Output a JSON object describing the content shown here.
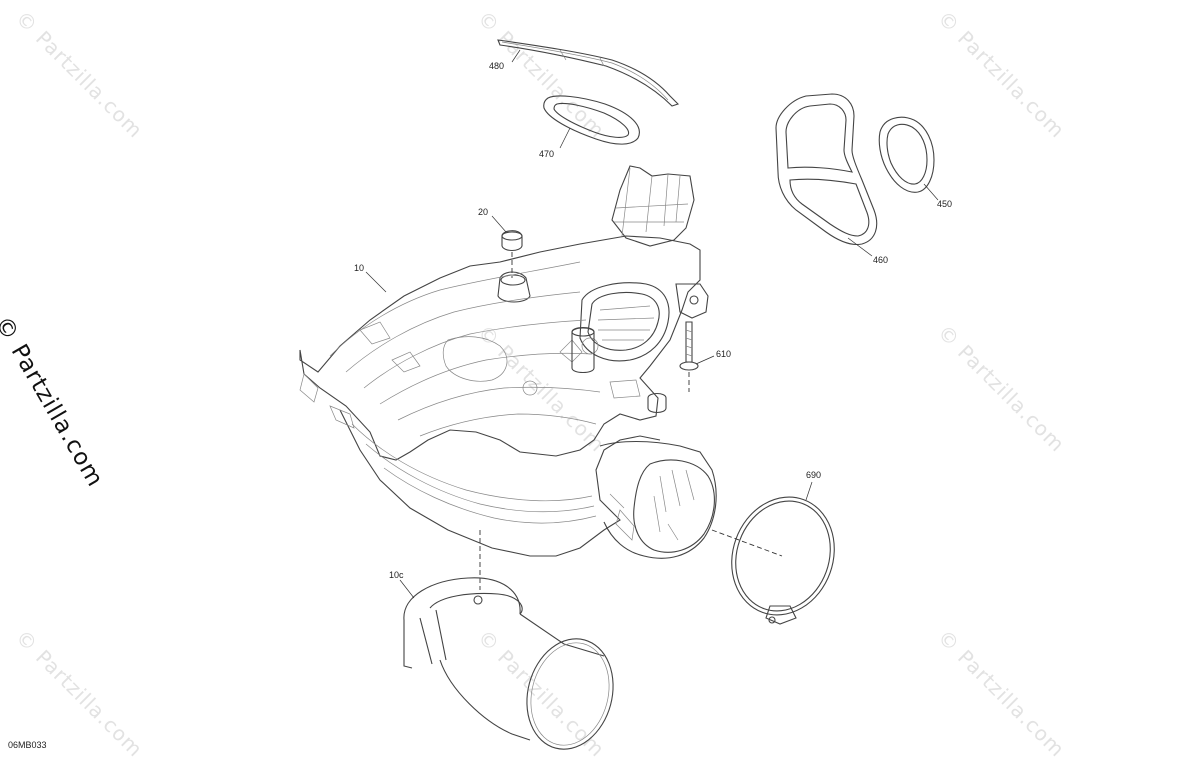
{
  "watermark": {
    "text": "© Partzilla.com",
    "side_text": "© Partzilla.com"
  },
  "diagram_code": "06MB033",
  "callouts": [
    {
      "id": "480",
      "label": "480"
    },
    {
      "id": "470",
      "label": "470"
    },
    {
      "id": "460",
      "label": "460"
    },
    {
      "id": "450",
      "label": "450"
    },
    {
      "id": "20",
      "label": "20"
    },
    {
      "id": "10",
      "label": "10"
    },
    {
      "id": "610",
      "label": "610"
    },
    {
      "id": "690",
      "label": "690"
    },
    {
      "id": "10c",
      "label": "10c"
    }
  ],
  "parts": [
    {
      "name": "strap-480"
    },
    {
      "name": "gasket-470"
    },
    {
      "name": "grille-460"
    },
    {
      "name": "gasket-450"
    },
    {
      "name": "plug-20"
    },
    {
      "name": "airbox-10"
    },
    {
      "name": "screw-610"
    },
    {
      "name": "clamp-690"
    },
    {
      "name": "sleeve-10c"
    }
  ]
}
